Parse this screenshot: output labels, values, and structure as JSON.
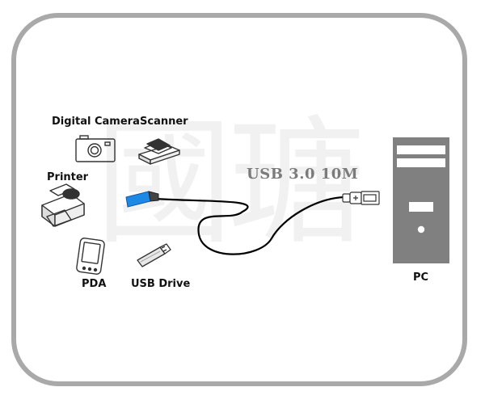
{
  "watermark": {
    "text": "國瑭"
  },
  "devices": {
    "digital_camera": "Digital Camera",
    "scanner": "Scanner",
    "printer": "Printer",
    "pda": "PDA",
    "usb_drive": "USB Drive",
    "pc": "PC"
  },
  "cable": {
    "label": "USB  3.0  10M",
    "plug_color": "#1e88e5"
  },
  "colors": {
    "frame": "#a9a9a9",
    "pc_tower": "#808080",
    "cable": "#000000"
  }
}
